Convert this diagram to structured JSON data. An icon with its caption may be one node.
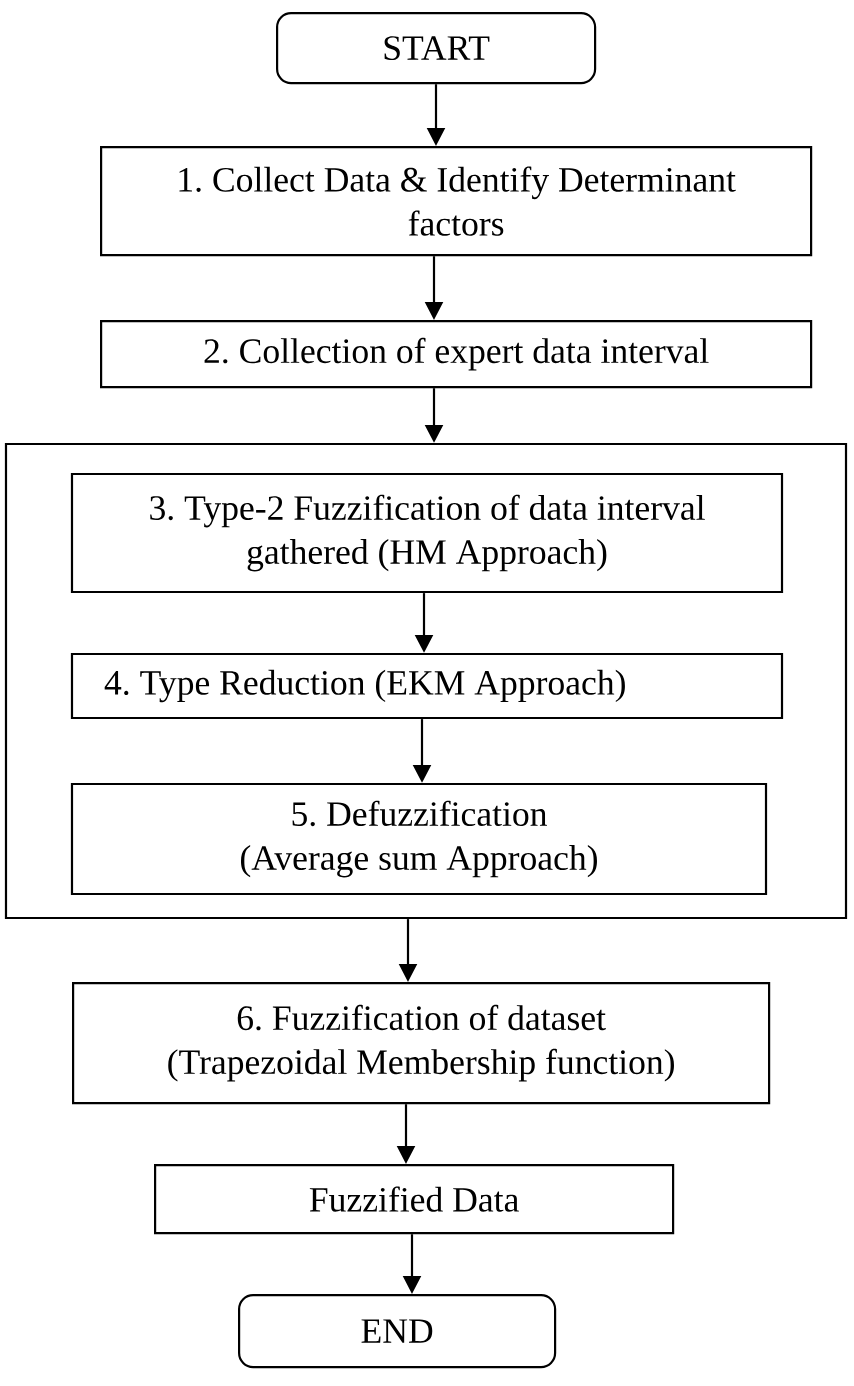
{
  "diagram": {
    "nodes": [
      {
        "text": [
          "START"
        ]
      },
      {
        "text": [
          "1. Collect Data & Identify Determinant factors"
        ]
      },
      {
        "text": [
          "2. Collection of expert data interval"
        ]
      },
      {
        "text": [],
        "shape": "box"
      },
      {
        "text": [
          "3. Type-2 Fuzzification of data interval gathered (HM Approach)"
        ],
        "in": 3
      },
      {
        "text": [
          "4. Type Reduction (EKM Approach)"
        ],
        "in": 3
      },
      {
        "text": [
          "5. Defuzzification (Average sum Approach)"
        ],
        "in": 3
      },
      {
        "text": [
          "6. Fuzzification of dataset (Trapezoidal Membership function)"
        ]
      },
      {
        "text": [
          "Fuzzified Data"
        ]
      },
      {
        "text": [
          "END"
        ]
      }
    ],
    "edges": [
      {
        "from": 0,
        "to": 1,
        "arrow": "to"
      },
      {
        "from": 1,
        "to": 2,
        "arrow": "to"
      },
      {
        "from": 2,
        "to": 3,
        "arrow": "to"
      },
      {
        "from": 4,
        "to": 5,
        "arrow": "to"
      },
      {
        "from": 5,
        "to": 6,
        "arrow": "to"
      },
      {
        "from": 3,
        "to": 7,
        "arrow": "to"
      },
      {
        "from": 7,
        "to": 8,
        "arrow": "to"
      },
      {
        "from": 8,
        "to": 9,
        "arrow": "to"
      }
    ]
  }
}
